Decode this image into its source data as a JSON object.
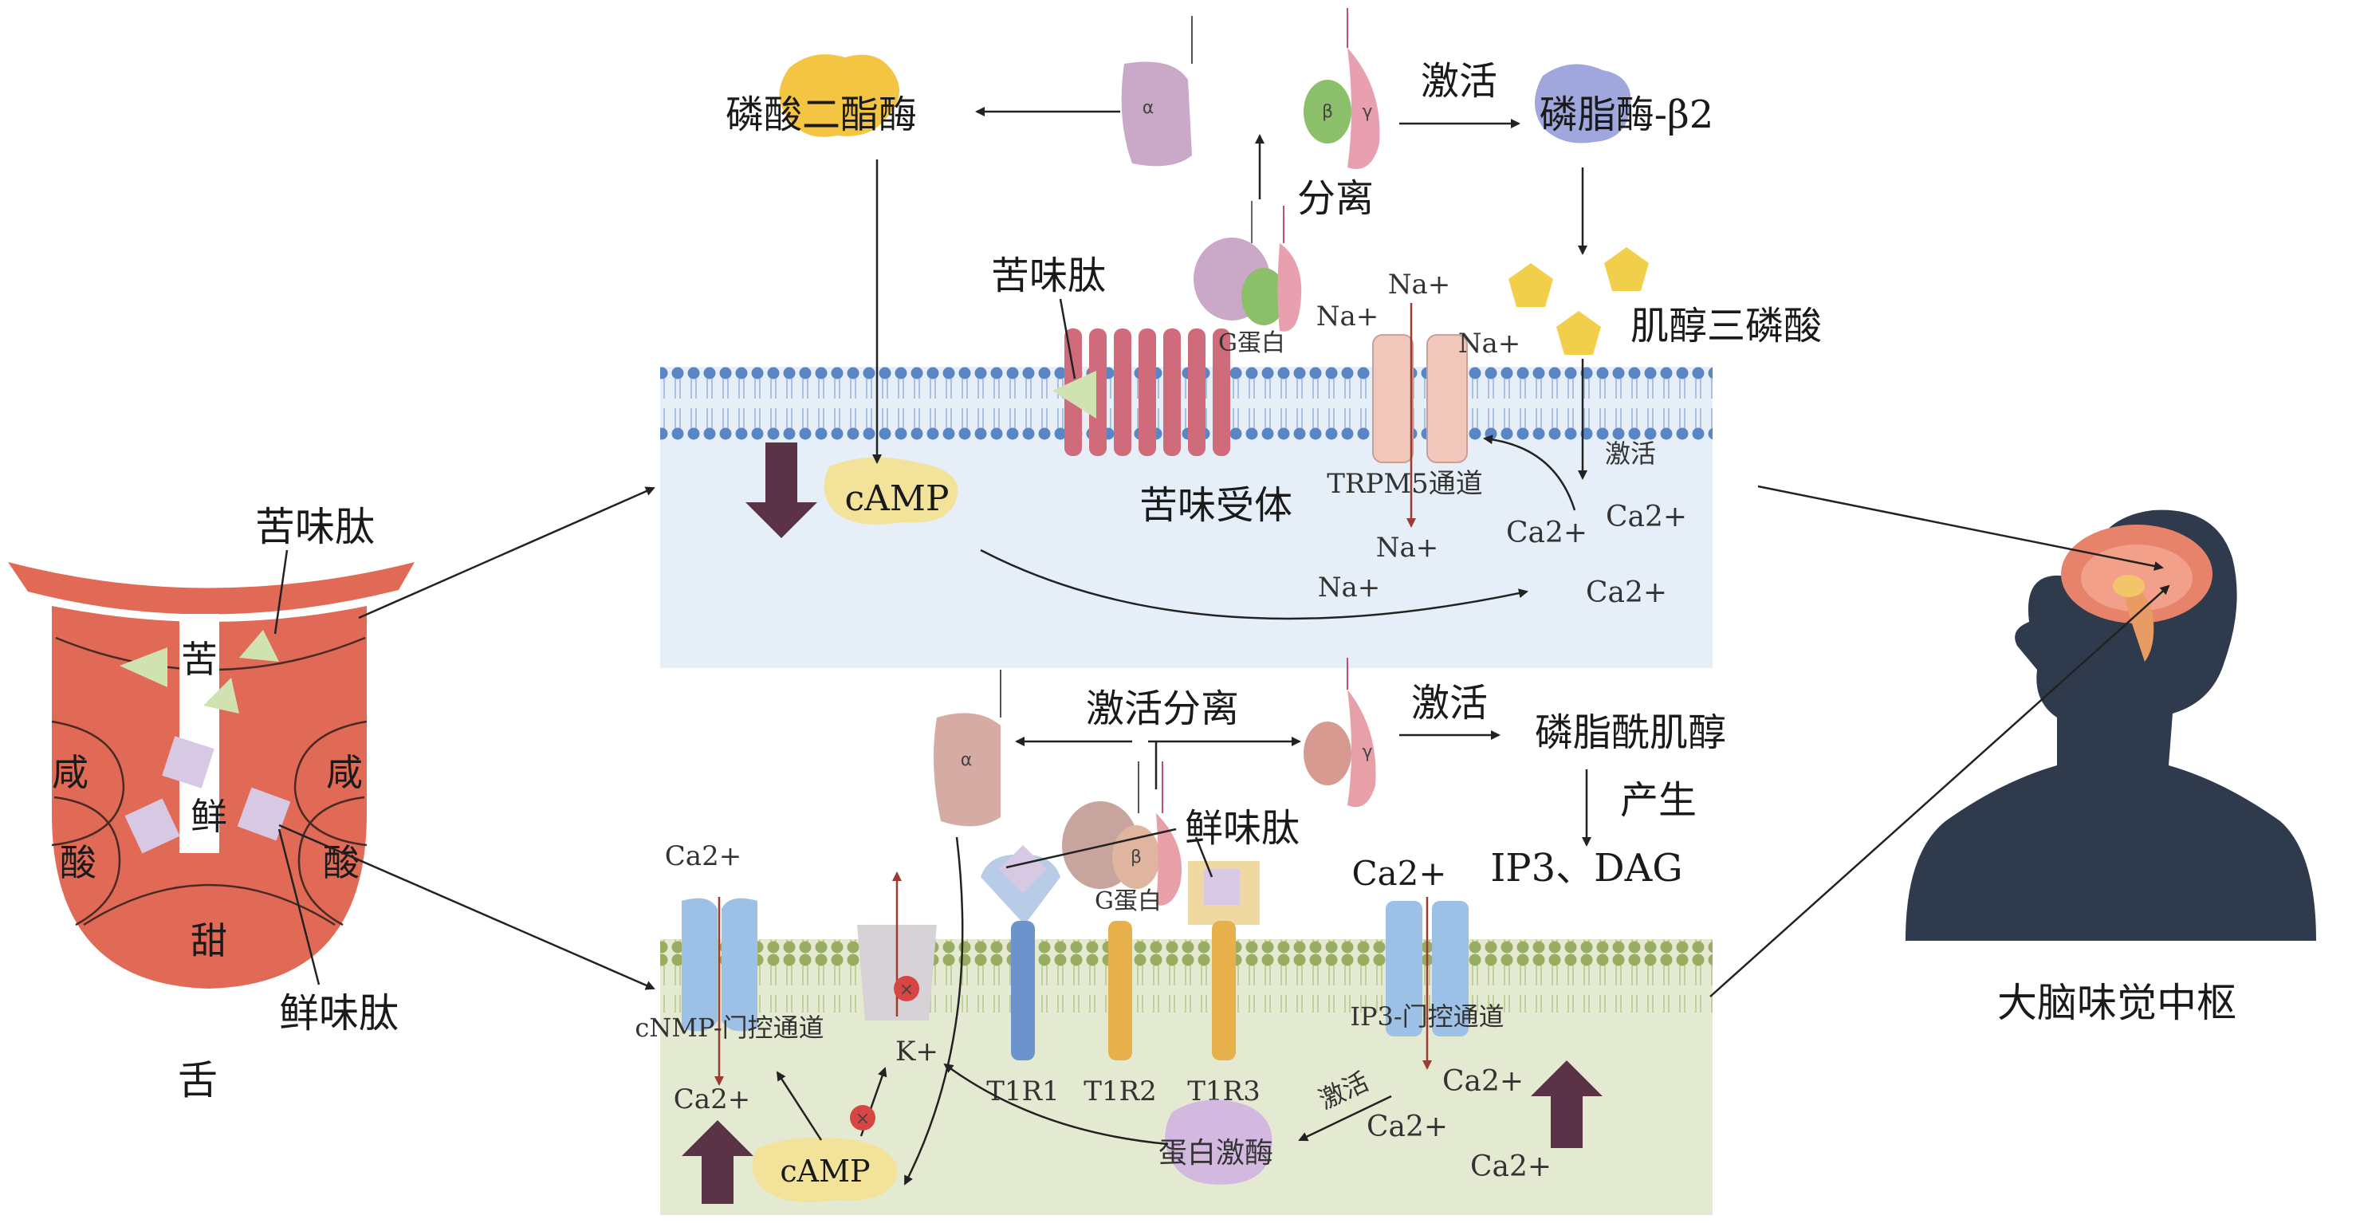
{
  "tongue": {
    "label": "舌",
    "bitter_region": "苦",
    "salty_left": "咸",
    "sour_left": "酸",
    "umami_region": "鲜",
    "salty_right": "咸",
    "sour_right": "酸",
    "sweet_region": "甜",
    "bitter_peptide": "苦味肽",
    "umami_peptide": "鲜味肽"
  },
  "brain": {
    "label": "大脑味觉中枢"
  },
  "bitter_panel": {
    "phosphodiesterase": "磷酸二酯酶",
    "activate": "激活",
    "phospholipase": "磷脂酶-β2",
    "dissociate": "分离",
    "bitter_peptide": "苦味肽",
    "g_protein": "G蛋白",
    "ip3": "肌醇三磷酸",
    "na_plus": "Na+",
    "camp": "cAMP",
    "bitter_receptor": "苦味受体",
    "trpm5": "TRPM5通道",
    "activate_small": "激活",
    "ca2_plus": "Ca2+",
    "alpha": "α",
    "beta": "β",
    "gamma": "γ"
  },
  "umami_panel": {
    "activate_dissociate": "激活分离",
    "activate": "激活",
    "phosphatidylinositol": "磷脂酰肌醇",
    "produce": "产生",
    "ip3_dag": "IP3、DAG",
    "umami_peptide": "鲜味肽",
    "g_protein": "G蛋白",
    "cnmp_channel": "cNMP-门控通道",
    "ip3_channel": "IP3-门控通道",
    "t1r1": "T1R1",
    "t1r2": "T1R2",
    "t1r3": "T1R3",
    "k_plus": "K+",
    "camp": "cAMP",
    "protein_kinase": "蛋白激酶",
    "activate_small": "激活",
    "ca2_plus": "Ca2+",
    "alpha": "α",
    "beta": "β",
    "gamma": "γ"
  },
  "colors": {
    "tongue": "#e06a55",
    "bitter_bg": "#e6eef8",
    "umami_bg": "#e4ead2",
    "lipid_blue": "#4f7cbf",
    "lipid_green": "#8ea35a",
    "receptor_pink": "#cf6b7a",
    "g_alpha": "#c9a8c8",
    "g_beta": "#8cbf6a",
    "g_gamma": "#e8a0b0",
    "pde_yellow": "#f4c542",
    "plc_purple": "#9fa7dd",
    "trpm5": "#f2c7bb",
    "brain_silhouette": "#2f3b4c",
    "arrow_dark": "#5a3446"
  }
}
